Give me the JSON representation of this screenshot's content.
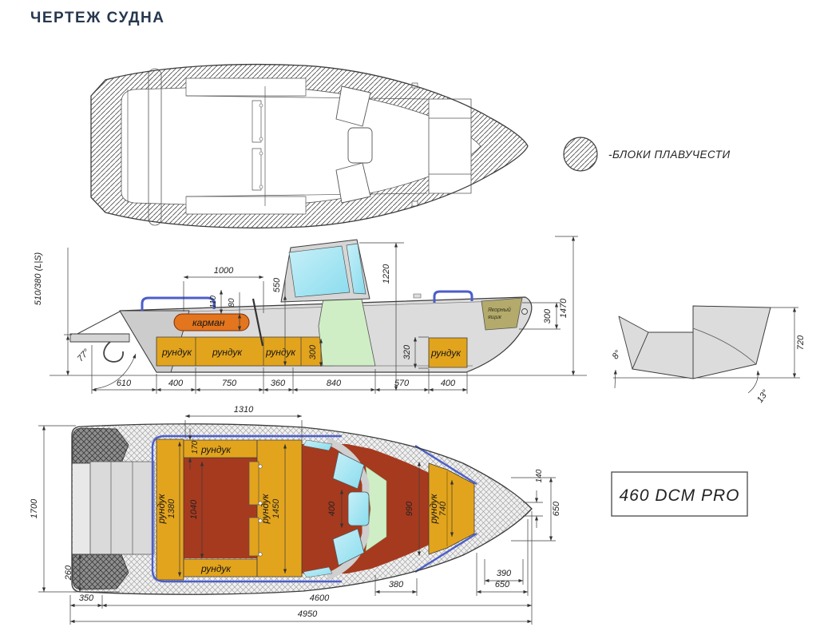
{
  "page": {
    "title": "ЧЕРТЕЖ СУДНА"
  },
  "legend": {
    "symbol": "hatched-circle",
    "label": "-БЛОКИ ПЛАВУЧЕСТИ"
  },
  "model_plate": {
    "label": "460 DCM PRO"
  },
  "colors": {
    "title_navy": "#26374f",
    "accent_blue": "#4b5ec9",
    "locker_yellow": "#e3a41d",
    "pocket_orange": "#e2751d",
    "floor_red": "#a63a1e",
    "glass_cyan": "#a9e6f2",
    "console_green": "#cfeec5",
    "anchor_khaki": "#b3aa6c",
    "hull_grey": "#dcdcdc",
    "line_dark": "#3c3c3c"
  },
  "side_view": {
    "labels": {
      "transom_height": "510/380 (L|S)",
      "transom_angle": "77°",
      "pocket": "карман",
      "locker_1": "рундук",
      "locker_2": "рундук",
      "locker_3": "рундук",
      "locker_aft": "рундук",
      "anchor_line1": "Якорный",
      "anchor_line2": "ящик"
    },
    "dims": {
      "pocket_span": "1000",
      "pocket_top_offset": "110",
      "pocket_height": "80",
      "console_front_height": "550",
      "cockpit_depth": "1220",
      "anchor_locker_height": "300",
      "overall_height": "1470",
      "mid_locker_height": "300",
      "aft_locker_height": "320"
    },
    "bottom_chain": [
      "610",
      "400",
      "750",
      "360",
      "840",
      "570",
      "400"
    ]
  },
  "transom_view": {
    "dims": {
      "height": "720",
      "keel_angle": "8°",
      "chine_angle": "13°"
    }
  },
  "plan_view": {
    "labels": {
      "locker_top": "рундук",
      "locker_bottom": "рундук",
      "locker_port": "рундук",
      "locker_main": "рундук",
      "locker_bow": "рундук"
    },
    "dims": {
      "cockpit_width": "1310",
      "beam": "1700",
      "motor_recess": "260",
      "bench_depth": "170",
      "locker_port_length": "1380",
      "floor_length": "1040",
      "locker_main_length": "1450",
      "windshield_pane": "400",
      "floor_width": "990",
      "locker_bow_length": "740",
      "bow_width": "650",
      "bow_tip_width": "140",
      "stern_offset": "350",
      "windshield_band": "380",
      "bow_hatch": "390",
      "bow_length": "650",
      "hull_length": "4600",
      "overall_length": "4950"
    }
  }
}
